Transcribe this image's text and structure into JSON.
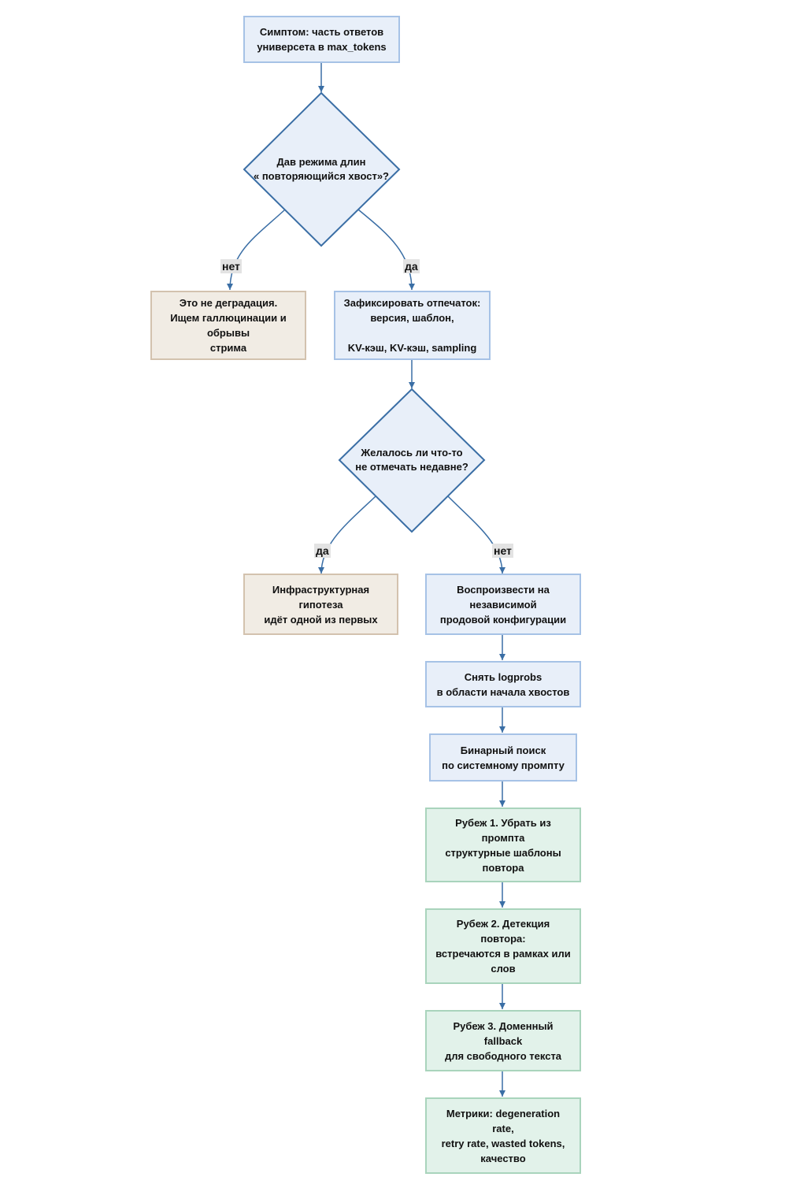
{
  "nodes": {
    "symptom": "Симптом: часть ответов\nуниверсета в max_tokens",
    "d1": "Дав режима длин\n« повторяющийся хвост»?",
    "not_degradation": "Это не деградация.\nИщем галлюцинации и\nобрывы\nстрима",
    "fingerprint": "Зафиксировать отпечаток:\nверсия, шаблон,\n\nKV-кэш, KV-кэш, sampling",
    "d2": "Желалось ли что-то\nне отмечать недавне?",
    "infra": "Инфраструктурная\nгипотеза\nидёт одной из первых",
    "reproduce": "Воспроизвести на\nнезависимой\nпродовой конфигурации",
    "logprobs": "Снять logprobs\nв области начала хвостов",
    "binsearch": "Бинарный поиск\nпо системному промпту",
    "line1": "Рубеж 1. Убрать из\nпромпта\nструктурные шаблоны\nповтора",
    "line2": "Рубеж 2. Детекция\nповтора:\nвстречаются в рамках или\nслов",
    "line3": "Рубеж 3. Доменный\nfallback\nдля свободного текста",
    "metrics": "Метрики: degeneration\nrate,\nretry rate, wasted tokens,\nкачество"
  },
  "edge_labels": {
    "d1_no": "нет",
    "d1_yes": "да",
    "d2_yes": "да",
    "d2_no": "нет"
  },
  "colors": {
    "blue_fill": "#e8eff9",
    "blue_border": "#a6c2e6",
    "tan_fill": "#f1ece4",
    "tan_border": "#d3c2ae",
    "green_fill": "#e2f2ea",
    "green_border": "#a9d4bc",
    "edge": "#3a6ea5"
  }
}
